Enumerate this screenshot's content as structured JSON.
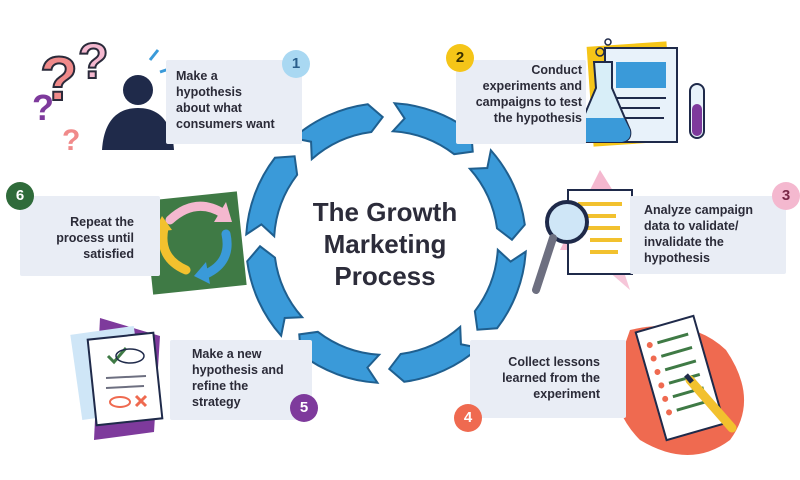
{
  "title": "The Growth\nMarketing\nProcess",
  "steps": [
    {
      "number": "1",
      "text": "Make a\nhypothesis\nabout what\nconsumers want",
      "badge_color": "#a9d8f2",
      "number_color": "#2a5f8c",
      "illustration": "question-head-icon"
    },
    {
      "number": "2",
      "text": "Conduct\nexperiments and\ncampaigns to test\nthe hypothesis",
      "badge_color": "#f5c518",
      "number_color": "#3a3000",
      "illustration": "lab-flask-icon"
    },
    {
      "number": "3",
      "text": "Analyze campaign\ndata to validate/\ninvalidate the\nhypothesis",
      "badge_color": "#f4b8cf",
      "number_color": "#7a2848",
      "illustration": "magnifier-report-icon"
    },
    {
      "number": "4",
      "text": "Collect lessons\nlearned from the\nexperiment",
      "badge_color": "#ef6a50",
      "number_color": "#ffffff",
      "illustration": "checklist-pencil-icon"
    },
    {
      "number": "5",
      "text": "Make a new\nhypothesis and\nrefine the\nstrategy",
      "badge_color": "#7e3a9c",
      "number_color": "#ffffff",
      "illustration": "document-check-icon"
    },
    {
      "number": "6",
      "text": "Repeat the\nprocess until\nsatisfied",
      "badge_color": "#2f6b3a",
      "number_color": "#ffffff",
      "illustration": "cycle-arrows-icon"
    }
  ],
  "colors": {
    "cycle_blue": "#3a9ad9",
    "card_bg": "#e9edf5",
    "green": "#3f7a45",
    "yellow": "#f2c12e",
    "pink": "#f4b8cf",
    "orange": "#ef6a50",
    "purple": "#7e3a9c",
    "navy": "#1f2a4a"
  }
}
